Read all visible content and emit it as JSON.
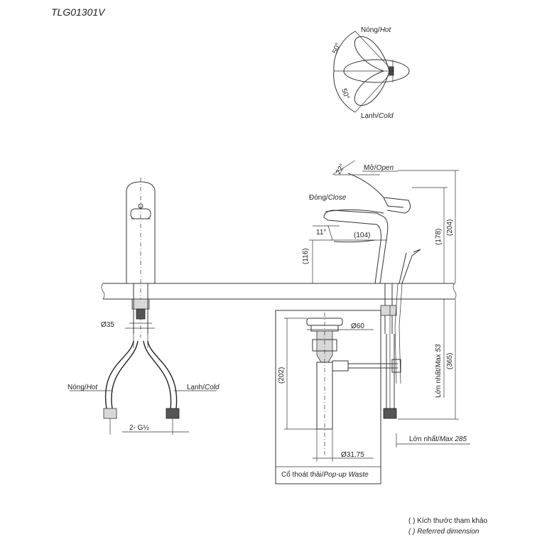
{
  "model_code": "TLG01301V",
  "handle_rotation": {
    "hot_label": "Nóng/",
    "hot_label_en": "Hot",
    "cold_label": "Lạnh/",
    "cold_label_en": "Cold",
    "angle_top": "50°",
    "angle_bottom": "50°"
  },
  "side_view": {
    "open_label": "Mở/",
    "open_label_en": "Open",
    "close_label": "Đóng/",
    "close_label_en": "Close",
    "angle_open": "22°",
    "angle_close": "11°",
    "spout_reach": "(104)",
    "spout_height": "(116)",
    "handle_height_close": "(178)",
    "handle_height_open": "(204)",
    "below_counter": "(365)",
    "max_thickness": "Lớn nhất/",
    "max_thickness_en": "Max 53",
    "max_reach": "Lớn nhất/",
    "max_reach_en": "Max 285"
  },
  "front_view": {
    "shank_diameter": "Ø35",
    "hot_hose": "Nóng/",
    "hot_hose_en": "Hot",
    "cold_hose": "Lạnh/",
    "cold_hose_en": "Cold",
    "connection": "2- G½"
  },
  "popup_waste": {
    "flange_diameter": "Ø60",
    "height": "(202)",
    "tail_diameter": "Ø31.75",
    "caption": "Cổ thoát thải/",
    "caption_en": "Pop-up Waste"
  },
  "note": {
    "line1": "( ) Kích thước tham khảo",
    "line2": "( ) Referred dimension"
  }
}
